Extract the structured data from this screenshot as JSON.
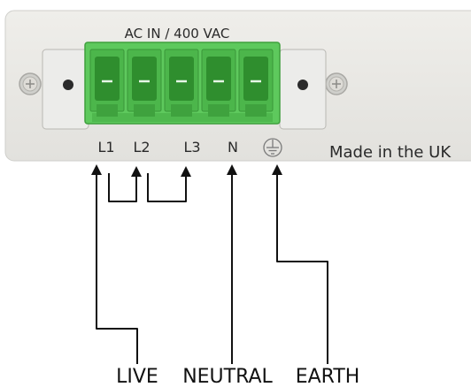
{
  "panel": {
    "header": "AC IN / 400 VAC",
    "made_in": "Made in the UK",
    "colors": {
      "panel": "#e9e8e4",
      "connector": "#5ec95d",
      "connector_dark": "#3fa23e"
    }
  },
  "terminals": {
    "l1": "L1",
    "l2": "L2",
    "l3": "L3",
    "n": "N",
    "earth_icon": "earth-ground-icon"
  },
  "labels": {
    "live": "LIVE",
    "neutral": "NEUTRAL",
    "earth": "EARTH"
  }
}
